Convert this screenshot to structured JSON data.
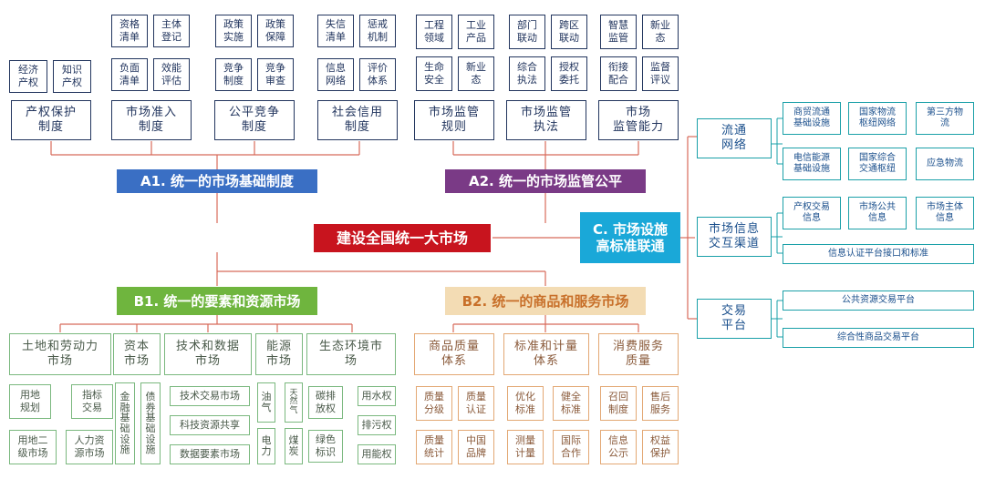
{
  "center": {
    "label": "建设全国统一大市场"
  },
  "a1": {
    "title": "A1. 统一的市场基础制度",
    "groups": [
      {
        "label": "产权保护\n制度",
        "subs": [
          "经济\n产权",
          "知识\n产权"
        ]
      },
      {
        "label": "市场准入\n制度",
        "subs": [
          "资格\n清单",
          "主体\n登记",
          "负面\n清单",
          "效能\n评估"
        ]
      },
      {
        "label": "公平竞争\n制度",
        "subs": [
          "政策\n实施",
          "政策\n保障",
          "竞争\n制度",
          "竞争\n审查"
        ]
      },
      {
        "label": "社会信用\n制度",
        "subs": [
          "失信\n清单",
          "惩戒\n机制",
          "信息\n网络",
          "评价\n体系"
        ]
      }
    ]
  },
  "a2": {
    "title": "A2. 统一的市场监管公平",
    "groups": [
      {
        "label": "市场监管\n规则",
        "subs": [
          "工程\n领域",
          "工业\n产品",
          "生命\n安全",
          "新业\n态"
        ]
      },
      {
        "label": "市场监管\n执法",
        "subs": [
          "部门\n联动",
          "跨区\n联动",
          "综合\n执法",
          "授权\n委托"
        ]
      },
      {
        "label": "市场\n监管能力",
        "subs": [
          "智慧\n监管",
          "新业\n态",
          "衔接\n配合",
          "监督\n评议"
        ]
      }
    ]
  },
  "c": {
    "title": "C. 市场设施\n高标准联通",
    "groups": [
      {
        "label": "流通\n网络",
        "subs": [
          "商贸流通\n基础设施",
          "国家物流\n枢纽网络",
          "第三方物\n流",
          "电信能源\n基础设施",
          "国家综合\n交通枢纽",
          "应急物流"
        ]
      },
      {
        "label": "市场信息\n交互渠道",
        "subs": [
          "产权交易\n信息",
          "市场公共\n信息",
          "市场主体\n信息",
          "信息认证平台接口和标准"
        ]
      },
      {
        "label": "交易\n平台",
        "subs": [
          "公共资源交易平台",
          "综合性商品交易平台"
        ]
      }
    ]
  },
  "b1": {
    "title": "B1. 统一的要素和资源市场",
    "groups": [
      {
        "label": "土地和劳动力\n市场",
        "subs": [
          "用地\n规划",
          "指标\n交易",
          "用地二\n级市场",
          "人力资\n源市场"
        ]
      },
      {
        "label": "资本\n市场",
        "subs": [
          "金\n融\n基\n础\n设\n施",
          "债\n券\n基\n础\n设\n施"
        ]
      },
      {
        "label": "技术和数据\n市场",
        "subs": [
          "技术交易市场",
          "科技资源共享",
          "数据要素市场"
        ]
      },
      {
        "label": "能源\n市场",
        "subs": [
          "油\n气",
          "天\n然\n气",
          "电\n力",
          "煤\n炭"
        ]
      },
      {
        "label": "生态环境市\n场",
        "subs": [
          "碳排\n放权",
          "用水权",
          "排污权",
          "绿色\n标识",
          "用能权"
        ]
      }
    ]
  },
  "b2": {
    "title": "B2. 统一的商品和服务市场",
    "groups": [
      {
        "label": "商品质量\n体系",
        "subs": [
          "质量\n分级",
          "质量\n认证",
          "质量\n统计",
          "中国\n品牌"
        ]
      },
      {
        "label": "标准和计量\n体系",
        "subs": [
          "优化\n标准",
          "健全\n标准",
          "测量\n计量",
          "国际\n合作"
        ]
      },
      {
        "label": "消费服务\n质量",
        "subs": [
          "召回\n制度",
          "售后\n服务",
          "信息\n公示",
          "权益\n保护"
        ]
      }
    ]
  },
  "colors": {
    "center": "#c8141e",
    "a1": "#3a6fc4",
    "a2": "#7a3a86",
    "b1": "#6fb53e",
    "b2": "#e0a050",
    "c": "#1aa8d8"
  }
}
